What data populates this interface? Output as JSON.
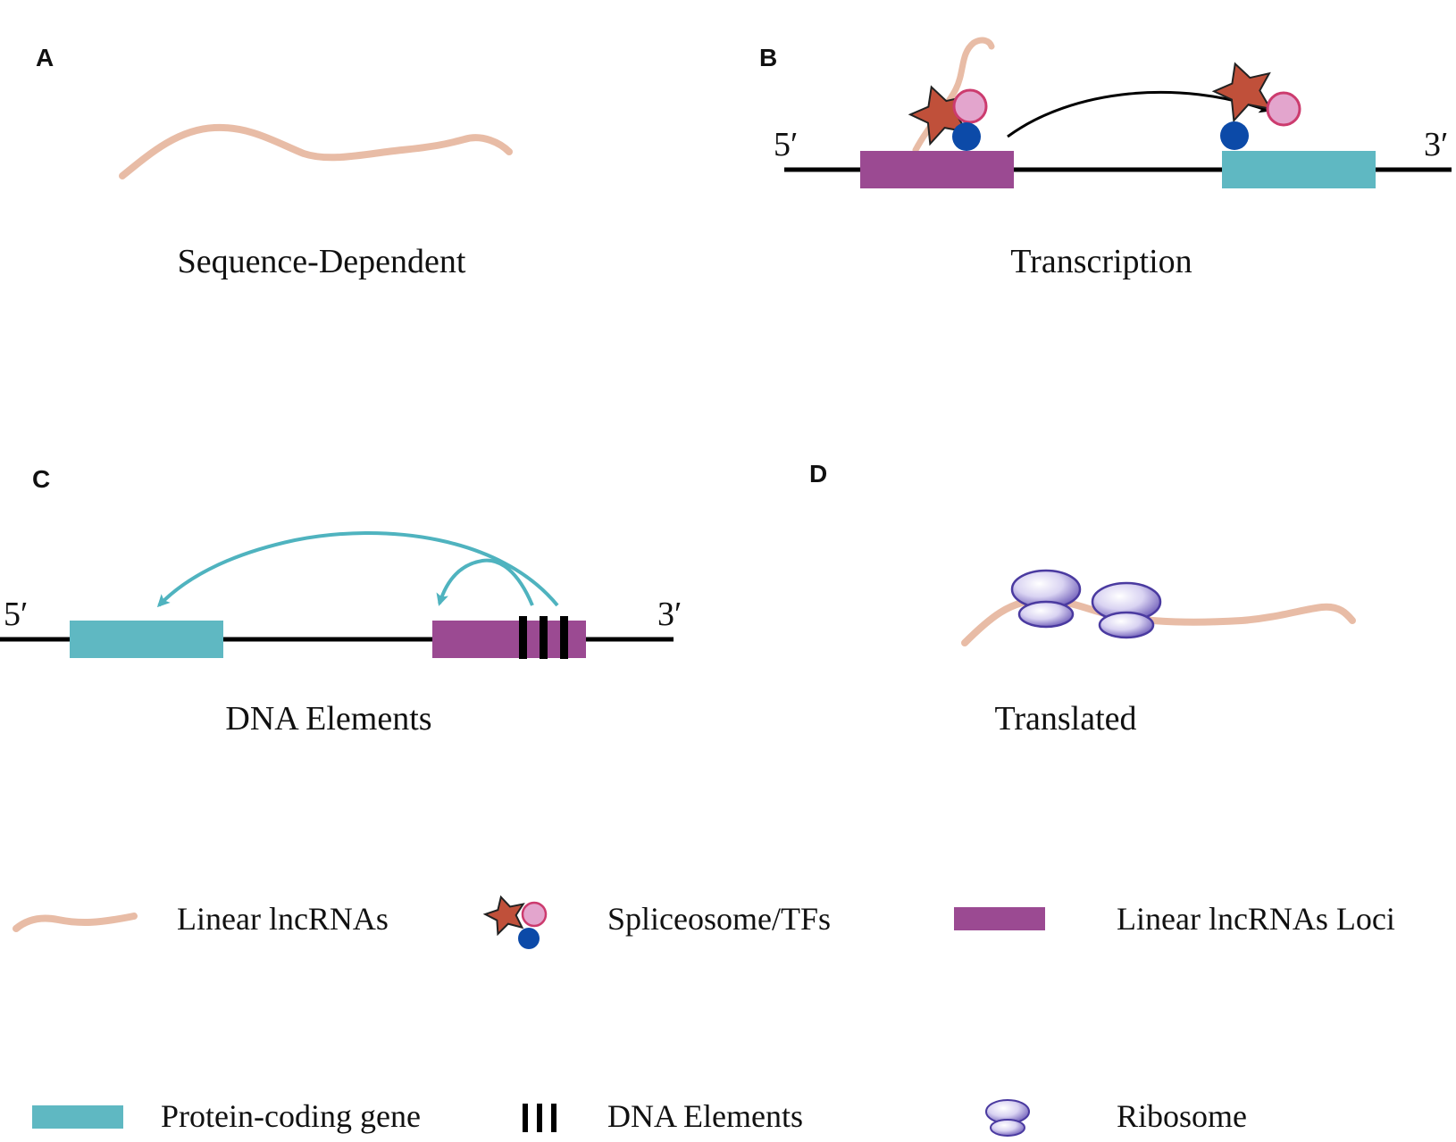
{
  "colors": {
    "rna": "#e8bca6",
    "lncrna_locus": "#9b4a92",
    "protein_gene": "#5fb8c2",
    "star": "#c0503a",
    "pink": "#e3a5cd",
    "pink_stroke": "#cc3b6e",
    "blue": "#0c4aa8",
    "teal_arrow": "#4fb3bf",
    "ribosome": "#6a58b6",
    "line": "#000000"
  },
  "panels": {
    "a": {
      "letter": "A",
      "caption": "Sequence-Dependent"
    },
    "b": {
      "letter": "B",
      "caption": "Transcription",
      "five_prime": "5′",
      "three_prime": "3′"
    },
    "c": {
      "letter": "C",
      "caption": "DNA Elements",
      "five_prime": "5′",
      "three_prime": "3′"
    },
    "d": {
      "letter": "D",
      "caption": "Translated"
    }
  },
  "legend": {
    "linear_lncrnas": {
      "label": "Linear lncRNAs",
      "icon": "rna-strand-icon"
    },
    "spliceosome_tfs": {
      "label": "Spliceosome/TFs",
      "icon": "spliceosome-icon"
    },
    "lncrna_loci": {
      "label": "Linear lncRNAs Loci",
      "icon": "purple-box-icon"
    },
    "protein_coding_gene": {
      "label": "Protein-coding gene",
      "icon": "teal-box-icon"
    },
    "dna_elements": {
      "label": "DNA Elements",
      "icon": "triple-bar-icon"
    },
    "ribosome": {
      "label": "Ribosome",
      "icon": "ribosome-icon"
    }
  }
}
